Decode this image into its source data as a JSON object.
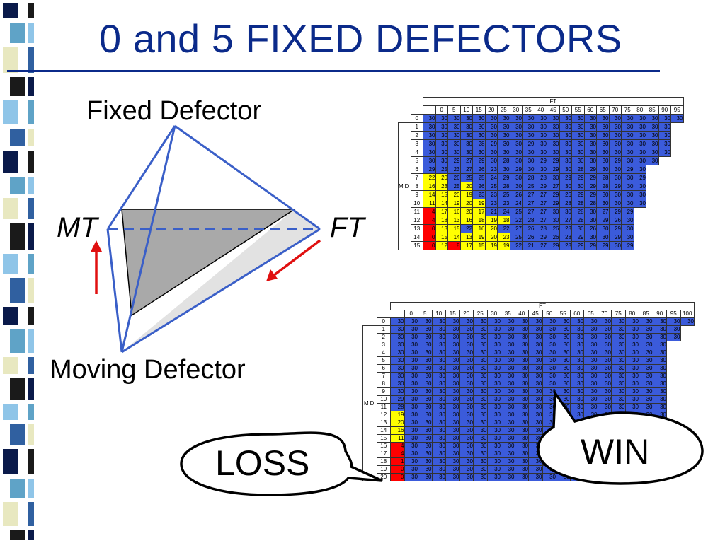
{
  "slide": {
    "title": "0 and 5 FIXED DEFECTORS",
    "labels": {
      "fixed_defector": "Fixed Defector",
      "moving_defector": "Moving Defector",
      "mt": "MT",
      "ft": "FT"
    },
    "callouts": {
      "loss": "LOSS",
      "win": "WIN"
    }
  },
  "table_small": {
    "col_axis": "FT",
    "row_axis": "MD",
    "columns": [
      "0",
      "5",
      "10",
      "15",
      "20",
      "25",
      "30",
      "35",
      "40",
      "45",
      "50",
      "55",
      "60",
      "65",
      "70",
      "75",
      "80",
      "85",
      "90",
      "95"
    ],
    "rows": [
      {
        "r": "0",
        "v": [
          30,
          30,
          30,
          30,
          30,
          30,
          30,
          30,
          30,
          30,
          30,
          30,
          30,
          30,
          30,
          30,
          30,
          30,
          30,
          30,
          30
        ],
        "c": "bbbbbbbbbbbbbbbbbbbbb"
      },
      {
        "r": "1",
        "v": [
          30,
          30,
          30,
          30,
          30,
          30,
          30,
          30,
          30,
          30,
          30,
          30,
          30,
          30,
          30,
          30,
          30,
          30,
          30,
          30
        ],
        "c": "bbbbbbbbbbbbbbbbbbbb"
      },
      {
        "r": "2",
        "v": [
          30,
          30,
          30,
          30,
          30,
          30,
          30,
          30,
          30,
          30,
          30,
          30,
          30,
          30,
          30,
          30,
          30,
          30,
          30,
          30
        ],
        "c": "bbbbbbbbbbbbbbbbbbbb"
      },
      {
        "r": "3",
        "v": [
          30,
          30,
          30,
          30,
          28,
          29,
          30,
          30,
          29,
          30,
          30,
          30,
          30,
          30,
          30,
          30,
          30,
          30,
          30,
          30
        ],
        "c": "bbbbbbbbbbbbbbbbbbbb"
      },
      {
        "r": "4",
        "v": [
          30,
          30,
          30,
          30,
          30,
          30,
          30,
          30,
          30,
          30,
          30,
          30,
          30,
          30,
          30,
          30,
          30,
          30,
          30,
          30
        ],
        "c": "bbbbbbbbbbbbbbbbbbbb"
      },
      {
        "r": "5",
        "v": [
          30,
          30,
          29,
          27,
          29,
          30,
          28,
          30,
          30,
          29,
          29,
          30,
          30,
          30,
          30,
          29,
          30,
          30,
          30
        ],
        "c": "bbbbbbbbbbbbbbbbbbb"
      },
      {
        "r": "6",
        "v": [
          29,
          25,
          23,
          27,
          26,
          23,
          30,
          29,
          30,
          30,
          29,
          30,
          28,
          29,
          30,
          30,
          29,
          30
        ],
        "c": "bbbbbbbbbbbbbbbbbb"
      },
      {
        "r": "7",
        "v": [
          22,
          20,
          26,
          25,
          25,
          24,
          29,
          30,
          28,
          28,
          30,
          29,
          29,
          29,
          28,
          30,
          30,
          29
        ],
        "c": "yybbbbbbbbbbbbbbbb"
      },
      {
        "r": "8",
        "v": [
          16,
          23,
          25,
          20,
          26,
          25,
          28,
          30,
          25,
          29,
          27,
          30,
          30,
          29,
          28,
          29,
          30,
          30
        ],
        "c": "yybybbbbbbbbbbbbbb"
      },
      {
        "r": "9",
        "v": [
          14,
          15,
          20,
          19,
          23,
          23,
          25,
          26,
          27,
          27,
          29,
          26,
          29,
          29,
          30,
          30,
          30,
          30
        ],
        "c": "yyyybbbbbbbbbbbbbb"
      },
      {
        "r": "10",
        "v": [
          11,
          14,
          19,
          20,
          19,
          23,
          23,
          24,
          27,
          27,
          29,
          28,
          28,
          28,
          30,
          30,
          30,
          30
        ],
        "c": "yyyyybbbbbbbbbbbbb"
      },
      {
        "r": "11",
        "v": [
          4,
          17,
          16,
          20,
          17,
          21,
          24,
          25,
          27,
          27,
          30,
          30,
          28,
          30,
          27,
          29,
          29
        ],
        "c": "ryyyybbbbbbbbbbbb"
      },
      {
        "r": "12",
        "v": [
          4,
          18,
          13,
          16,
          18,
          19,
          18,
          22,
          28,
          27,
          30,
          27,
          28,
          30,
          29,
          26,
          30
        ],
        "c": "ryyyyyybbbbbbbbbb"
      },
      {
        "r": "13",
        "v": [
          0,
          13,
          15,
          22,
          16,
          20,
          22,
          27,
          26,
          28,
          26,
          28,
          30,
          26,
          30,
          29,
          30
        ],
        "c": "ryybyybbbbbbbbbbb"
      },
      {
        "r": "14",
        "v": [
          0,
          15,
          14,
          13,
          19,
          20,
          23,
          25,
          26,
          29,
          26,
          28,
          29,
          30,
          30,
          29,
          30
        ],
        "c": "ryyyyyybbbbbbbbbb"
      },
      {
        "r": "15",
        "v": [
          0,
          12,
          8,
          17,
          15,
          19,
          19,
          22,
          21,
          27,
          29,
          28,
          29,
          29,
          29,
          30,
          29
        ],
        "c": "ryryyyybbbbbbbbbb"
      }
    ]
  },
  "table_large": {
    "col_axis": "FT",
    "row_axis": "MD",
    "columns": [
      "0",
      "5",
      "10",
      "15",
      "20",
      "25",
      "30",
      "35",
      "40",
      "45",
      "50",
      "55",
      "60",
      "65",
      "70",
      "75",
      "80",
      "85",
      "90",
      "95",
      "100"
    ],
    "rows": [
      {
        "r": "0",
        "v": [
          30,
          30,
          30,
          30,
          30,
          30,
          30,
          30,
          30,
          30,
          30,
          30,
          30,
          30,
          30,
          30,
          30,
          30,
          30,
          30,
          30,
          30
        ],
        "c": "bbbbbbbbbbbbbbbbbbbbbb"
      },
      {
        "r": "1",
        "v": [
          30,
          30,
          30,
          30,
          30,
          30,
          30,
          30,
          30,
          30,
          30,
          30,
          30,
          30,
          30,
          30,
          30,
          30,
          30,
          30,
          30
        ],
        "c": "bbbbbbbbbbbbbbbbbbbbb"
      },
      {
        "r": "2",
        "v": [
          30,
          30,
          30,
          30,
          30,
          30,
          30,
          30,
          30,
          30,
          30,
          30,
          30,
          30,
          30,
          30,
          30,
          30,
          30,
          30,
          30
        ],
        "c": "bbbbbbbbbbbbbbbbbbbbb"
      },
      {
        "r": "3",
        "v": [
          30,
          30,
          30,
          30,
          30,
          30,
          30,
          30,
          30,
          30,
          30,
          30,
          30,
          30,
          30,
          30,
          30,
          30,
          30,
          30
        ],
        "c": "bbbbbbbbbbbbbbbbbbbb"
      },
      {
        "r": "4",
        "v": [
          30,
          30,
          30,
          30,
          30,
          30,
          30,
          30,
          30,
          30,
          30,
          30,
          30,
          30,
          30,
          30,
          30,
          30,
          30,
          30
        ],
        "c": "bbbbbbbbbbbbbbbbbbbb"
      },
      {
        "r": "5",
        "v": [
          30,
          30,
          30,
          30,
          30,
          30,
          30,
          30,
          30,
          30,
          30,
          30,
          30,
          30,
          30,
          30,
          30,
          30,
          30,
          30
        ],
        "c": "bbbbbbbbbbbbbbbbbbbb"
      },
      {
        "r": "6",
        "v": [
          30,
          30,
          30,
          30,
          30,
          30,
          30,
          30,
          30,
          30,
          30,
          30,
          30,
          30,
          30,
          30,
          30,
          30,
          30,
          30
        ],
        "c": "bbbbbbbbbbbbbbbbbbbb"
      },
      {
        "r": "7",
        "v": [
          30,
          30,
          30,
          30,
          30,
          30,
          30,
          30,
          30,
          30,
          30,
          30,
          30,
          30,
          30,
          30,
          30,
          30,
          30,
          30
        ],
        "c": "bbbbbbbbbbbbbbbbbbbb"
      },
      {
        "r": "8",
        "v": [
          30,
          30,
          30,
          30,
          30,
          30,
          30,
          30,
          30,
          30,
          30,
          30,
          30,
          30,
          30,
          30,
          30,
          30,
          30,
          30
        ],
        "c": "bbbbbbbbbbbbbbbbbbbb"
      },
      {
        "r": "9",
        "v": [
          30,
          30,
          30,
          30,
          30,
          30,
          30,
          30,
          30,
          30,
          30,
          30,
          30,
          30,
          30,
          30,
          30,
          30,
          30,
          30
        ],
        "c": "bbbbbbbbbbbbbbbbbbbb"
      },
      {
        "r": "10",
        "v": [
          29,
          30,
          30,
          30,
          30,
          30,
          30,
          30,
          30,
          30,
          30,
          30,
          30,
          30,
          30,
          30,
          30,
          30,
          30,
          30
        ],
        "c": "bbbbbbbbbbbbbbbbbbbb"
      },
      {
        "r": "11",
        "v": [
          28,
          30,
          30,
          30,
          30,
          30,
          30,
          30,
          30,
          30,
          30,
          30,
          30,
          30,
          30,
          30,
          30,
          30,
          30,
          30
        ],
        "c": "bbbbbbbbbbbbbbbbbbbb"
      },
      {
        "r": "12",
        "v": [
          19,
          30,
          30,
          30,
          30,
          30,
          30,
          30,
          30,
          30,
          30,
          30,
          30,
          30,
          30,
          30,
          30,
          30,
          30,
          30
        ],
        "c": "ybbbbbbbbbbbbbbbbbbb"
      },
      {
        "r": "13",
        "v": [
          20,
          30,
          30,
          30,
          30,
          30,
          30,
          30,
          30,
          30,
          30,
          30,
          30,
          30,
          30,
          30,
          30,
          30,
          30,
          30
        ],
        "c": "ybbbbbbbbbbbbbbbbbbb"
      },
      {
        "r": "14",
        "v": [
          16,
          30,
          30,
          30,
          30,
          30,
          30,
          30,
          30,
          30,
          30,
          30,
          30,
          30,
          30,
          30,
          30,
          30,
          30,
          30
        ],
        "c": "ybbbbbbbbbbbbbbbbbbb"
      },
      {
        "r": "15",
        "v": [
          11,
          30,
          30,
          30,
          30,
          30,
          30,
          30,
          30,
          30,
          30,
          30,
          30,
          30,
          30,
          30,
          30,
          30,
          30,
          30
        ],
        "c": "ybbbbbbbbbbbbbbbbbbb"
      },
      {
        "r": "16",
        "v": [
          4,
          30,
          30,
          30,
          30,
          30,
          30,
          30,
          30,
          30,
          30,
          30,
          30,
          30,
          30,
          30,
          30,
          30,
          30
        ],
        "c": "rbbbbbbbbbbbbbbbbbb"
      },
      {
        "r": "17",
        "v": [
          4,
          30,
          30,
          30,
          30,
          30,
          30,
          30,
          30,
          30,
          30,
          30,
          30,
          30,
          30,
          30,
          30,
          30,
          30
        ],
        "c": "rbbbbbbbbbbbbbbbbbb"
      },
      {
        "r": "18",
        "v": [
          1,
          30,
          30,
          30,
          30,
          30,
          30,
          30,
          30,
          30,
          30,
          30,
          30,
          30,
          30,
          30,
          30,
          30,
          30
        ],
        "c": "rbbbbbbbbbbbbbbbbbb"
      },
      {
        "r": "19",
        "v": [
          0,
          30,
          30,
          30,
          30,
          30,
          30,
          30,
          30,
          30,
          30,
          30,
          30,
          30,
          30,
          30,
          30,
          30,
          30
        ],
        "c": "rbbbbbbbbbbbbbbbbbb"
      },
      {
        "r": "20",
        "v": [
          0,
          30,
          30,
          30,
          30,
          30,
          30,
          30,
          30,
          30,
          30,
          30,
          30,
          30,
          30,
          30,
          30,
          30,
          30
        ],
        "c": "rbbbbbbbbbbbbbbbbbb"
      }
    ]
  },
  "colors": {
    "title": "#0b2a8a",
    "pyramid_edge": "#3a5fc8",
    "arrow": "#e01010",
    "cell_blue": "#3b5bdb",
    "cell_yellow": "#ffff00",
    "cell_red": "#ff0000"
  }
}
